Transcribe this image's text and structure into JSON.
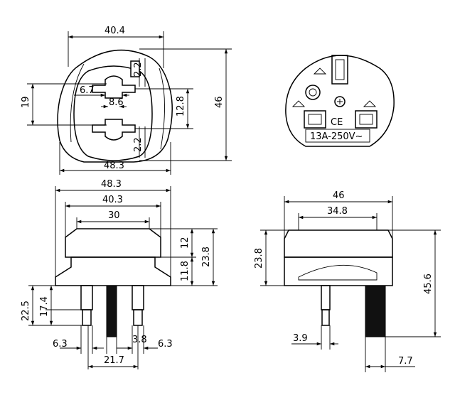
{
  "front_view": {
    "width_top": "40.4",
    "height": "46",
    "width_bottom": "48.3",
    "left_height": "19",
    "pin_width": "6.7",
    "pin_gap": "8.6",
    "pin_center": "12.8",
    "top_offset": "2.2",
    "bottom_offset": "2.2"
  },
  "rear_view": {
    "rating": "13A-250V~",
    "ce_mark": "CE"
  },
  "side_view": {
    "overall_width": "48.3",
    "body_width": "40.3",
    "top_width": "30",
    "cap_height": "12",
    "body_height": "23.8",
    "lower_height": "11.8",
    "pin_length": "17.4",
    "pin_total": "22.5",
    "left_pin_spacing": "6.3",
    "center_offset": "3.8",
    "right_pin_spacing": "6.3",
    "pin_spread": "21.7"
  },
  "end_view": {
    "overall_width": "46",
    "inner_width": "34.8",
    "body_height": "23.8",
    "total_height": "45.6",
    "pin_thickness": "3.9",
    "earth_pin_width": "7.7"
  }
}
